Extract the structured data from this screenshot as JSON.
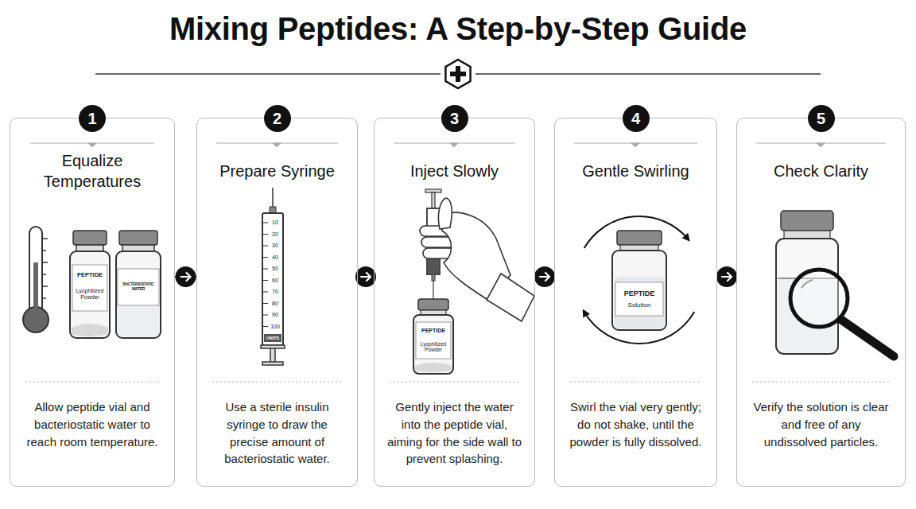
{
  "diagram": {
    "title": "Mixing Peptides: A Step-by-Step Guide",
    "nodes": [
      {
        "text": [
          "1",
          "Equalize Temperatures",
          "Allow peptide vial and bacteriostatic water to reach room temperature."
        ]
      },
      {
        "text": [
          "2",
          "Prepare Syringe",
          "Use a sterile insulin syringe to draw the precise amount of bacteriostatic water."
        ]
      },
      {
        "text": [
          "3",
          "Inject Slowly",
          "Gently inject the water into the peptide vial, aiming for the side wall to prevent splashing."
        ]
      },
      {
        "text": [
          "4",
          "Gentle Swirling",
          "Swirl the vial very gently; do not shake, until the powder is fully dissolved."
        ]
      },
      {
        "text": [
          "5",
          "Check Clarity",
          "Verify the solution is clear and free of any undissolved particles."
        ]
      }
    ],
    "edges": [
      {
        "from": 0,
        "to": 1,
        "arrow": "to"
      },
      {
        "from": 1,
        "to": 2,
        "arrow": "to"
      },
      {
        "from": 2,
        "to": 3,
        "arrow": "to"
      },
      {
        "from": 3,
        "to": 4,
        "arrow": "to"
      }
    ],
    "labels": [
      "PEPTIDE",
      "Lyophilized Powder",
      "BACTERIOSTATIC WATER",
      "10",
      "20",
      "30",
      "40",
      "50",
      "60",
      "70",
      "80",
      "90",
      "100",
      "UNITS",
      "PEPTIDE",
      "Lyophilized Powder",
      "PEPTIDE",
      "Solution"
    ]
  }
}
